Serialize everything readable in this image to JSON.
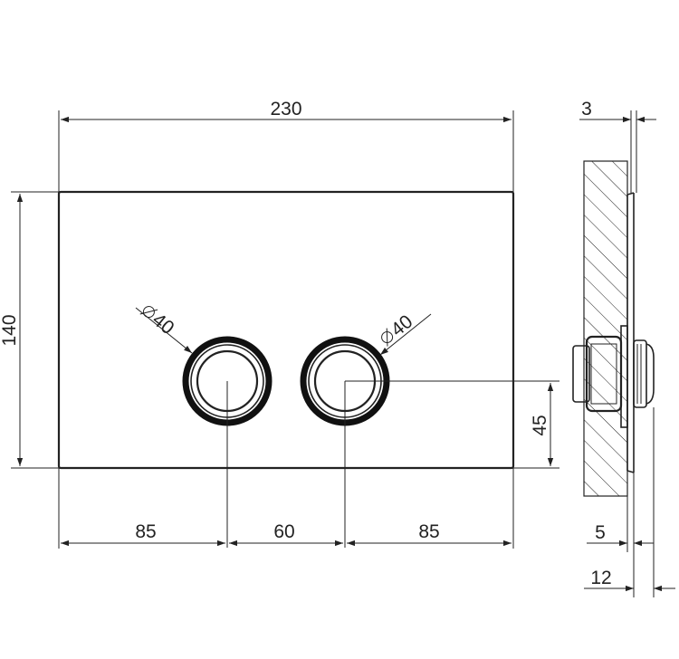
{
  "front_view": {
    "width_label": "230",
    "height_label": "140",
    "left_button_diameter": "40",
    "right_button_diameter": "40",
    "spacing_left": "85",
    "spacing_middle": "60",
    "spacing_right": "85",
    "button_height": "45"
  },
  "side_view": {
    "plate_thickness_label": "3",
    "wall_offset_label": "5",
    "total_depth_label": "12"
  }
}
